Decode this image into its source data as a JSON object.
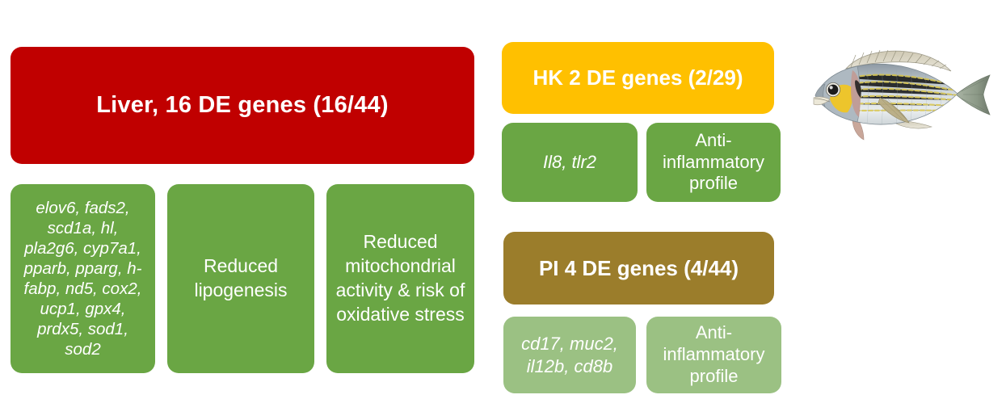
{
  "figure": {
    "organism_illustration": "sea-bream-fish"
  },
  "liver": {
    "header": "Liver, 16 DE genes (16/44)",
    "genes": "elov6, fads2, scd1a, hl, pla2g6, cyp7a1, pparb, pparg, h-fabp, nd5, cox2, ucp1, gpx4, prdx5, sod1, sod2",
    "effect_1": "Reduced lipogenesis",
    "effect_2": "Reduced mitochondrial activity & risk of oxidative stress",
    "colors": {
      "header": "#c00000",
      "box": "#6aa644"
    }
  },
  "head_kidney": {
    "header": "HK 2 DE genes (2/29)",
    "genes": "Il8, tlr2",
    "effect": "Anti-inflammatory profile",
    "colors": {
      "header": "#ffc000",
      "box": "#6aa644"
    }
  },
  "posterior_intestine": {
    "header": "PI 4 DE genes (4/44)",
    "genes": "cd17, muc2, il12b, cd8b",
    "effect": "Anti-inflammatory profile",
    "colors": {
      "header": "#9b7d2b",
      "box": "#9bc183"
    }
  }
}
